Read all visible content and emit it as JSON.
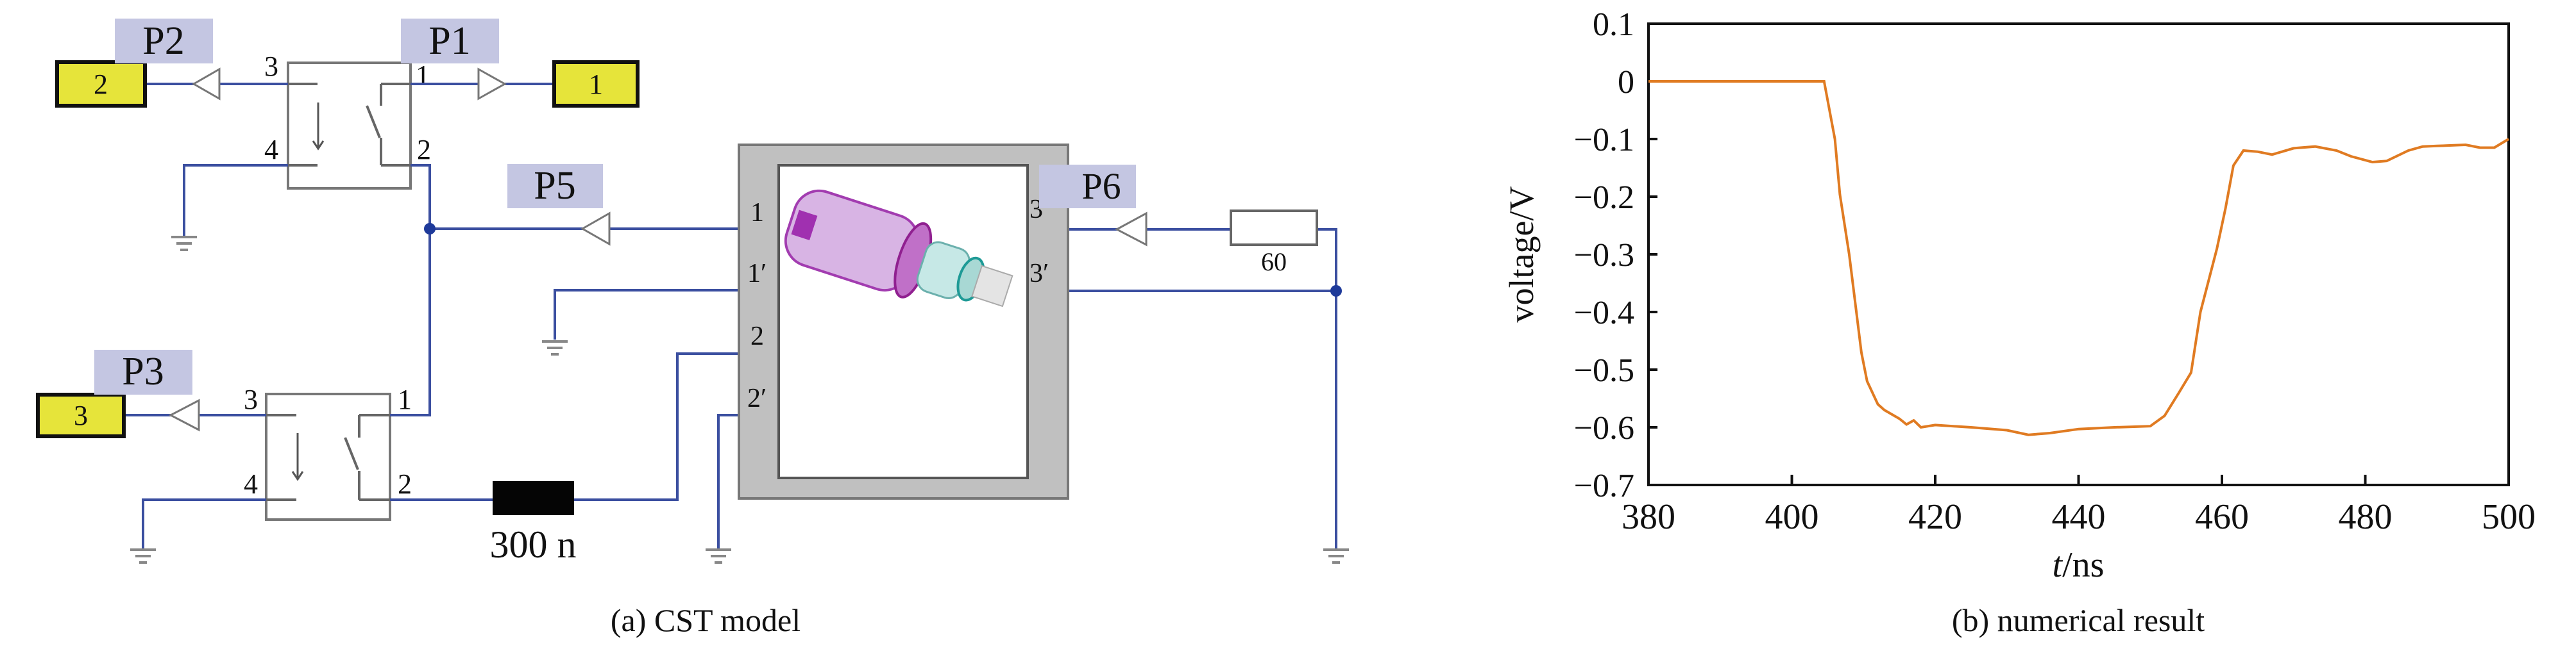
{
  "diagram": {
    "caption": "(a) CST model",
    "port_labels": {
      "p1": "P1",
      "p2": "P2",
      "p3": "P3",
      "p5": "P5",
      "p6": "P6"
    },
    "sources": {
      "s1": "1",
      "s2": "2",
      "s3": "3"
    },
    "switch_pins": {
      "pin1": "1",
      "pin2": "2",
      "pin3": "3",
      "pin4": "4"
    },
    "cst_ports": {
      "p1": "1",
      "p1p": "1′",
      "p2": "2",
      "p2p": "2′",
      "p3": "3",
      "p3p": "3′"
    },
    "inductor_label": "300 n",
    "resistor_label": "60",
    "colors": {
      "wire": "#3b4fa0",
      "source": "#e6e43a",
      "label_bg": "#c4c6e2",
      "box": "#c0c0c0"
    }
  },
  "chart_data": {
    "type": "line",
    "title": "",
    "caption": "(b) numerical result",
    "xlabel_italic": "t",
    "xlabel_rest": "/ns",
    "ylabel": "voltage/V",
    "xlim": [
      380,
      500
    ],
    "ylim": [
      -0.7,
      0.1
    ],
    "xticks": [
      "380",
      "400",
      "420",
      "440",
      "460",
      "480",
      "500"
    ],
    "yticks": [
      "0.1",
      "0",
      "−0.1",
      "−0.2",
      "−0.3",
      "−0.4",
      "−0.5",
      "−0.6",
      "−0.7"
    ],
    "grid": false,
    "series": [
      {
        "name": "voltage",
        "color": "#e07b22",
        "x": [
          380,
          404.5,
          406,
          406.7,
          408,
          409,
          409.7,
          410.5,
          412,
          412.9,
          415,
          416,
          417,
          418,
          420,
          425,
          430,
          433,
          436,
          440,
          445,
          450,
          452,
          454,
          455.7,
          457,
          459.3,
          460.5,
          461.6,
          463,
          465,
          467,
          470,
          473,
          476,
          478,
          481,
          483,
          486,
          488,
          490,
          494,
          496,
          498,
          500
        ],
        "y": [
          0,
          0,
          -0.1,
          -0.196,
          -0.3,
          -0.4,
          -0.47,
          -0.52,
          -0.56,
          -0.57,
          -0.585,
          -0.595,
          -0.588,
          -0.6,
          -0.596,
          -0.6,
          -0.605,
          -0.613,
          -0.61,
          -0.603,
          -0.6,
          -0.598,
          -0.58,
          -0.54,
          -0.505,
          -0.4,
          -0.29,
          -0.22,
          -0.146,
          -0.12,
          -0.122,
          -0.127,
          -0.116,
          -0.113,
          -0.12,
          -0.13,
          -0.14,
          -0.138,
          -0.12,
          -0.113,
          -0.112,
          -0.11,
          -0.115,
          -0.115,
          -0.1
        ]
      }
    ]
  }
}
